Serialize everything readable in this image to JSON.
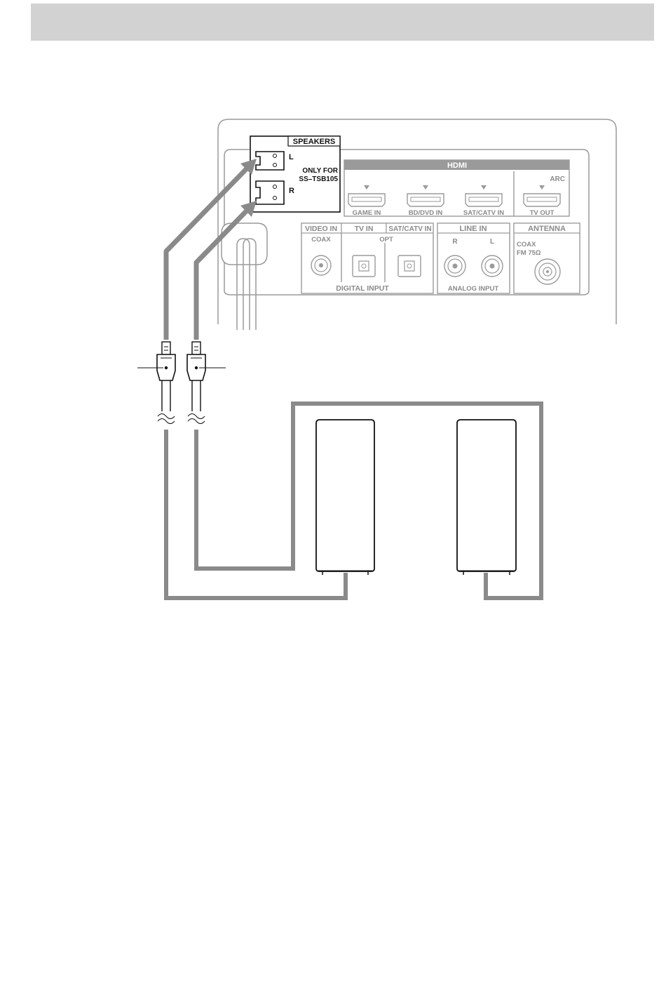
{
  "panel": {
    "speakers": {
      "title": "SPEAKERS",
      "left": "L",
      "right": "R",
      "note_line1": "ONLY FOR",
      "note_line2": "SS–TSB105"
    },
    "hdmi": {
      "title": "HDMI",
      "arc": "ARC",
      "ports": [
        "GAME IN",
        "BD/DVD IN",
        "SAT/CATV IN",
        "TV OUT"
      ]
    },
    "video_in": {
      "title": "VIDEO IN",
      "sub": "COAX"
    },
    "tv_in": {
      "title": "TV IN"
    },
    "sat_catv_in": {
      "title": "SAT/CATV IN"
    },
    "opt": "OPT",
    "digital_input": "DIGITAL INPUT",
    "line_in": {
      "title": "LINE IN",
      "r": "R",
      "l": "L",
      "sub": "ANALOG INPUT"
    },
    "antenna": {
      "title": "ANTENNA",
      "line1": "COAX",
      "line2": "FM  75Ω"
    }
  }
}
